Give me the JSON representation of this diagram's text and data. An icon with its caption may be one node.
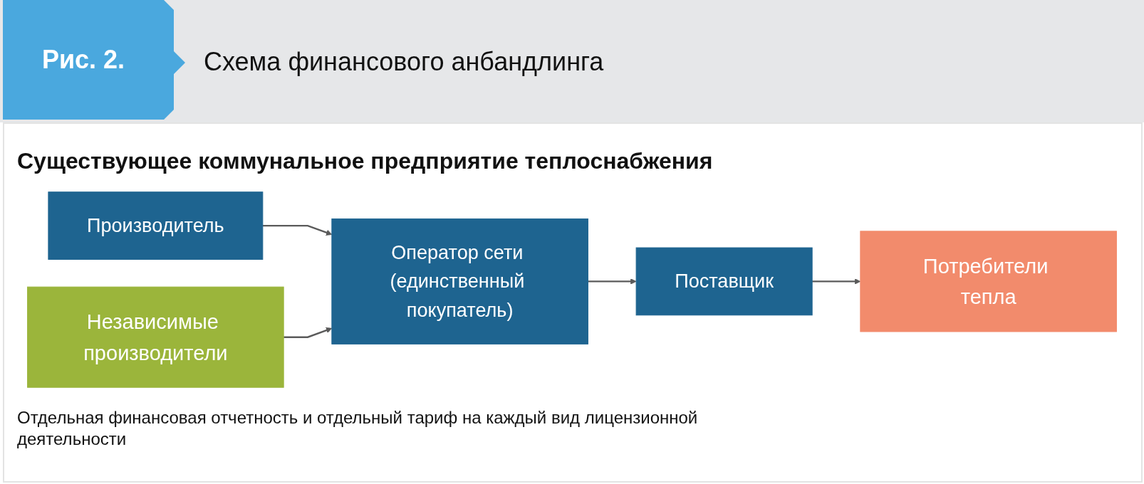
{
  "diagram": {
    "title": "Схема финансового анбандлинга",
    "nodes": [
      {
        "text": [
          "Производитель"
        ]
      },
      {
        "text": [
          "Оператор сети (единственный покупатель)"
        ]
      },
      {
        "text": [
          "Поставщик"
        ]
      },
      {
        "text": [
          "Потребители тепла"
        ]
      },
      {
        "text": [
          "Независимые производители"
        ]
      }
    ],
    "edges": [
      {
        "from": 0,
        "to": 1,
        "arrow": "to"
      },
      {
        "from": 1,
        "to": 2,
        "arrow": "to"
      },
      {
        "from": 2,
        "to": 3,
        "arrow": "to"
      },
      {
        "from": 4,
        "to": 1,
        "arrow": "to"
      }
    ],
    "labels": [
      "Рис. 2.",
      "Существующее коммунальное предприятие теплоснабжения",
      "Отдельная финансовая отчетность и отдельный тариф на каждый вид лицензионной деятельности"
    ]
  }
}
